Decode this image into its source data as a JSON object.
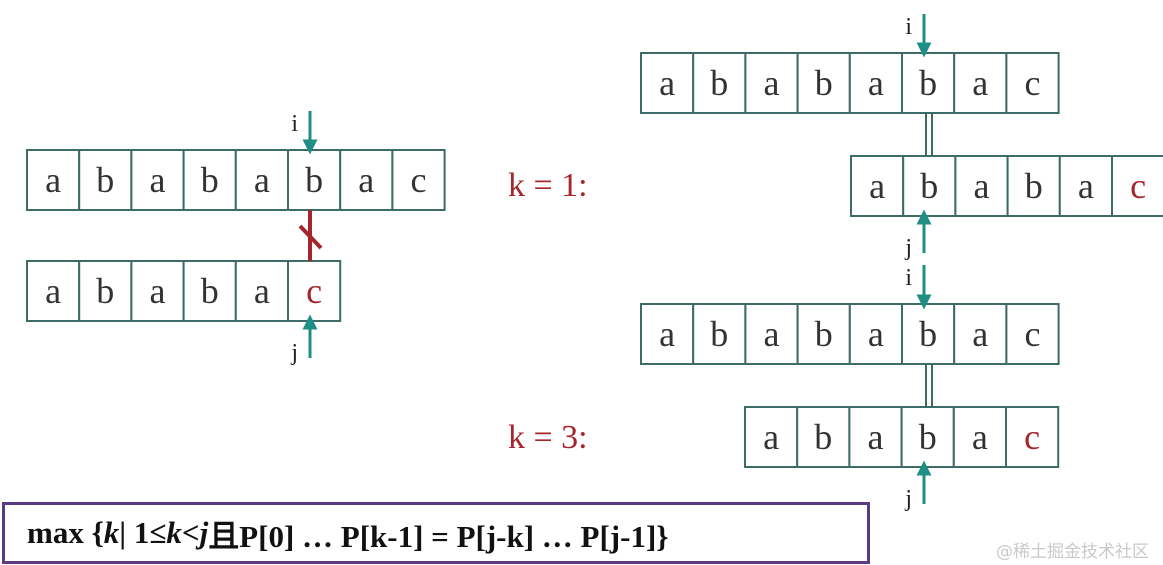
{
  "left": {
    "text": [
      "a",
      "b",
      "a",
      "b",
      "a",
      "b",
      "a",
      "c"
    ],
    "pattern": [
      "a",
      "b",
      "a",
      "b",
      "a",
      "c"
    ],
    "i_label": "i",
    "j_label": "j"
  },
  "case_k1": {
    "label": "k = 1:",
    "text": [
      "a",
      "b",
      "a",
      "b",
      "a",
      "b",
      "a",
      "c"
    ],
    "pattern": [
      "a",
      "b",
      "a",
      "b",
      "a",
      "c"
    ],
    "i_label": "i",
    "j_label": "j"
  },
  "case_k3": {
    "label": "k = 3:",
    "text": [
      "a",
      "b",
      "a",
      "b",
      "a",
      "b",
      "a",
      "c"
    ],
    "pattern": [
      "a",
      "b",
      "a",
      "b",
      "a",
      "c"
    ],
    "i_label": "i",
    "j_label": "j"
  },
  "formula": {
    "prefix": "max {",
    "k1": "k",
    "mid1": " | 1≤",
    "k2": "k",
    "lt": "<",
    "j": "j",
    "rest": " 且P[0] … P[k-1] = P[j-k] … P[j-1]}"
  },
  "watermark": "@稀土掘金技术社区",
  "colors": {
    "cell_border": "#3d6b68",
    "arrow": "#1f8f86",
    "mismatch": "#a3262c",
    "formula_border": "#5b3b84"
  }
}
